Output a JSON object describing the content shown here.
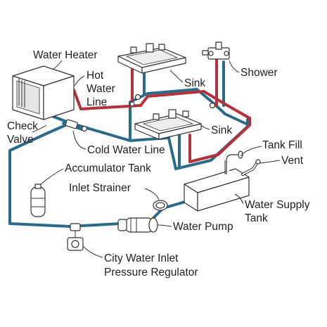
{
  "labels": {
    "water_heater": "Water Heater",
    "hot_line_1": "Hot",
    "hot_line_2": "Water",
    "hot_line_3": "Line",
    "check_valve_1": "Check",
    "check_valve_2": "Valve",
    "cold_water_line": "Cold Water Line",
    "sink_upper": "Sink",
    "shower": "Shower",
    "sink_lower": "Sink",
    "tank_fill": "Tank Fill",
    "vent": "Vent",
    "accumulator_tank": "Accumulator Tank",
    "inlet_strainer": "Inlet Strainer",
    "water_supply_1": "Water Supply",
    "water_supply_2": "Tank",
    "water_pump": "Water Pump",
    "city_inlet_1": "City Water Inlet",
    "city_inlet_2": "Pressure Regulator"
  },
  "colors": {
    "hot_line": "#b3323c",
    "cold_line": "#2b6b8a",
    "outline": "#333333",
    "text": "#222222"
  }
}
